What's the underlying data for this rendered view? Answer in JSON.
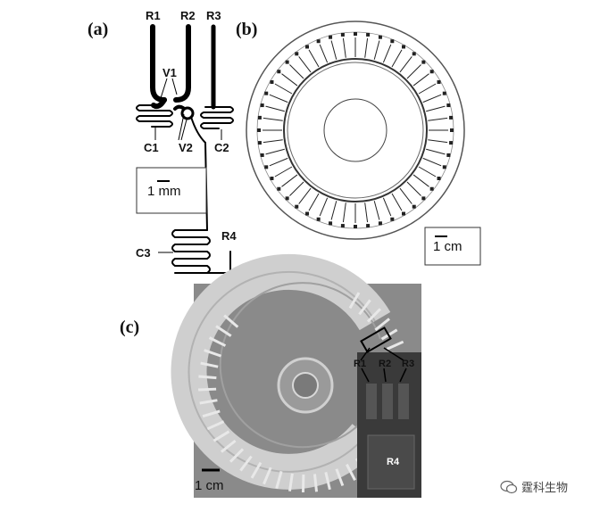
{
  "figure": {
    "panels": [
      {
        "id": "a",
        "label": "(a)"
      },
      {
        "id": "b",
        "label": "(b)"
      },
      {
        "id": "c",
        "label": "(c)"
      }
    ],
    "panel_a": {
      "reservoirs": [
        "R1",
        "R2",
        "R3",
        "R4"
      ],
      "valves": [
        "V1",
        "V2"
      ],
      "chambers": [
        "C1",
        "C2",
        "C3"
      ],
      "scale_bar": "1 mm"
    },
    "panel_b": {
      "scale_bar": "1 cm"
    },
    "panel_c": {
      "reservoirs": [
        "R1",
        "R2",
        "R3",
        "R4"
      ],
      "scale_bar": "1 cm"
    }
  },
  "watermark": "霆科生物"
}
